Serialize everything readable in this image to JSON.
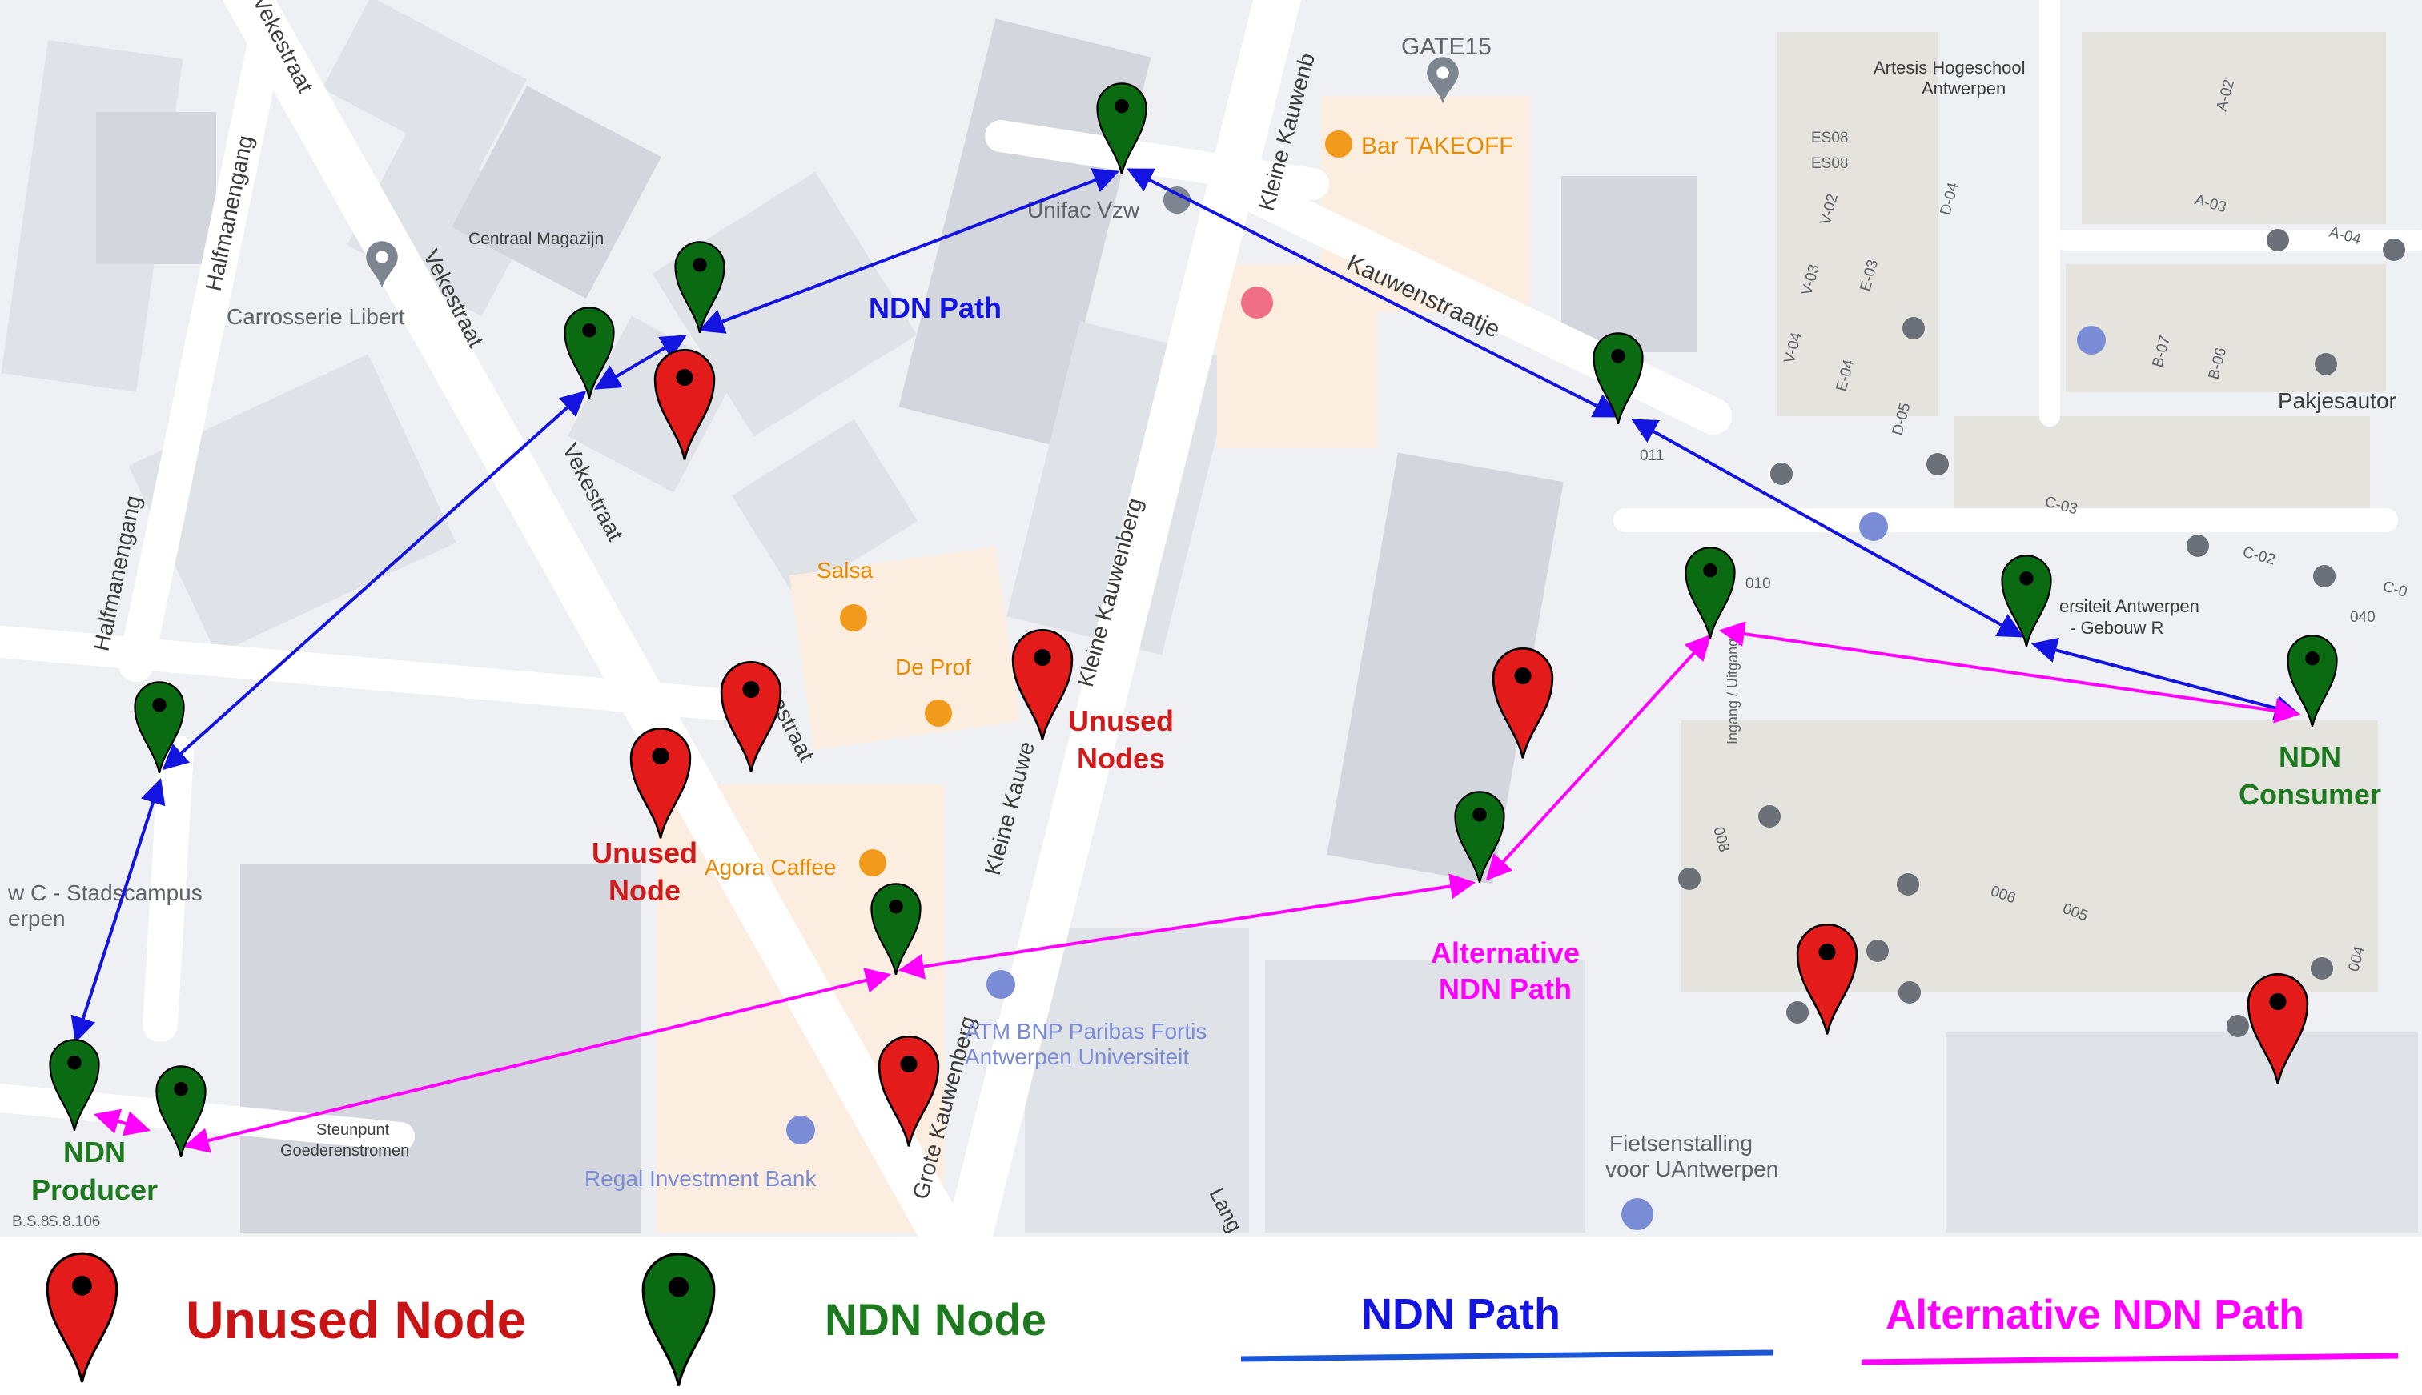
{
  "colors": {
    "map_bg": "#eef0f3",
    "road": "#ffffff",
    "block": "#dfe2e7",
    "block_dark": "#d3d6dc",
    "poi_highlight": "#fbeee0",
    "ndn_path": "#1414e0",
    "alt_path": "#ff00ff",
    "unused_node": "#e31b1b",
    "ndn_node": "#0b6b12",
    "unused_text": "#d11a1a",
    "ndn_text": "#1e7a1e",
    "map_text": "#5f6368",
    "poi_orange": "#f29a1b",
    "poi_blue": "#7b8cd6"
  },
  "map_labels": {
    "gate15": "GATE15",
    "bar_takeoff": "Bar TAKEOFF",
    "artesis": "Artesis Hogeschool",
    "artesis2": "Antwerpen",
    "centraal_magazijn": "Centraal Magazijn",
    "carrosserie": "Carrosserie Libert",
    "unifac": "Unifac Vzw",
    "kauwenstraatje": "Kauwenstraatje",
    "vekestraat_top": "Vekestraat",
    "vekestraat_top2": "Vekestraat",
    "vekestraat_mid": "Vekestraat",
    "estraat": "estraat",
    "halfmanengang_top": "Halfmanengang",
    "halfmanengang_bottom": "Halfmanengang",
    "kleine_kauwenberg_top": "Kleine Kauwenb",
    "kleine_kauwenberg_mid": "Kleine Kauwenberg",
    "kleine_kauwenberg_low": "Kleine Kauwe",
    "grote_kauwenberg": "Grote Kauwenberg",
    "salsa": "Salsa",
    "de_prof": "De Prof",
    "agora": "Agora Caffee",
    "campus": "w C - Stadscampus",
    "campus2": "erpen",
    "atm": "ATM BNP Paribas Fortis",
    "atm2": "Antwerpen Universiteit",
    "regal": "Regal Investment Bank",
    "steunpunt": "Steunpunt",
    "steunpunt2": "Goederenstromen",
    "fietsenstalling": "Fietsenstalling",
    "fietsenstalling2": "voor UAntwerpen",
    "universiteit": "ersiteit Antwerpen",
    "gebouw": "- Gebouw R",
    "pakjesautomaat": "Pakjesautor",
    "lange": "Lang",
    "ingang": "Ingang / Uitgang",
    "room_es08": "ES08",
    "room_es08b": "ES08",
    "room_v02": "V-02",
    "room_v03": "V-03",
    "room_v04": "V-04",
    "room_e03": "E-03",
    "room_e04": "E-04",
    "room_d04": "D-04",
    "room_d05": "D-05",
    "room_a02": "A-02",
    "room_a03": "A-03",
    "room_a04": "A-04",
    "room_b07": "B-07",
    "room_b06": "B-06",
    "room_c03": "C-03",
    "room_c02": "C-02",
    "room_c0": "C-0",
    "room_040": "040",
    "room_010": "010",
    "room_011": "011",
    "room_006": "006",
    "room_005": "005",
    "room_004": "004",
    "room_008": "008",
    "room_s8106": "S.8.106",
    "room_s8106b": "B.S.8"
  },
  "annotations": {
    "ndn_path": "NDN Path",
    "unused_nodes": [
      "Unused",
      "Nodes"
    ],
    "unused_node": [
      "Unused",
      "Node"
    ],
    "alt_path": [
      "Alternative",
      "NDN Path"
    ],
    "ndn_consumer": [
      "NDN",
      "Consumer"
    ],
    "ndn_producer": [
      "NDN",
      "Producer"
    ]
  },
  "legend": {
    "unused_node": "Unused Node",
    "ndn_node": "NDN Node",
    "ndn_path": "NDN Path",
    "alt_path": "Alternative NDN Path"
  },
  "icons": {
    "unused_node": "map-pin-red-icon",
    "ndn_node": "map-pin-green-icon",
    "poi_restaurant": "fork-knife-icon",
    "poi_cafe": "coffee-cup-icon",
    "poi_pin": "location-pin-icon",
    "parking": "parking-icon"
  }
}
